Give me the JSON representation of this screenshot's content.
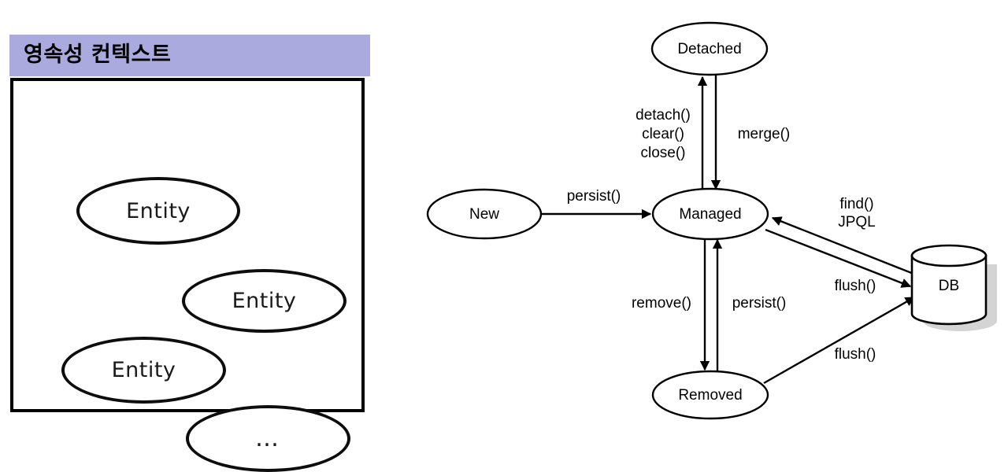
{
  "persistence_context": {
    "header_title": "영속성 컨텍스트",
    "header_color": "#aaaadf",
    "border_color": "#000000",
    "entities": [
      {
        "label": "Entity"
      },
      {
        "label": "Entity"
      },
      {
        "label": "Entity"
      },
      {
        "label": "…"
      }
    ]
  },
  "lifecycle": {
    "nodes": [
      {
        "id": "detached",
        "label": "Detached"
      },
      {
        "id": "new",
        "label": "New"
      },
      {
        "id": "managed",
        "label": "Managed"
      },
      {
        "id": "removed",
        "label": "Removed"
      },
      {
        "id": "db",
        "label": "DB"
      }
    ],
    "edges": [
      {
        "id": "managed-to-detached",
        "label": "detach()\nclear()\nclose()",
        "labels": [
          "detach()",
          "clear()",
          "close()"
        ]
      },
      {
        "id": "detached-to-managed",
        "label": "merge()",
        "labels": [
          "merge()"
        ]
      },
      {
        "id": "new-to-managed",
        "label": "persist()",
        "labels": [
          "persist()"
        ]
      },
      {
        "id": "db-to-managed",
        "label": "find()\nJPQL",
        "labels": [
          "find()",
          "JPQL"
        ]
      },
      {
        "id": "managed-to-db",
        "label": "flush()",
        "labels": [
          "flush()"
        ]
      },
      {
        "id": "managed-to-removed",
        "label": "remove()",
        "labels": [
          "remove()"
        ]
      },
      {
        "id": "removed-to-managed",
        "label": "persist()",
        "labels": [
          "persist()"
        ]
      },
      {
        "id": "removed-to-db",
        "label": "flush()",
        "labels": [
          "flush()"
        ]
      }
    ],
    "labels": {
      "detach": "detach()",
      "clear": "clear()",
      "close": "close()",
      "merge": "merge()",
      "persist_new": "persist()",
      "find": "find()",
      "jpql": "JPQL",
      "flush_managed": "flush()",
      "remove": "remove()",
      "persist_removed": "persist()",
      "flush_removed": "flush()"
    }
  }
}
